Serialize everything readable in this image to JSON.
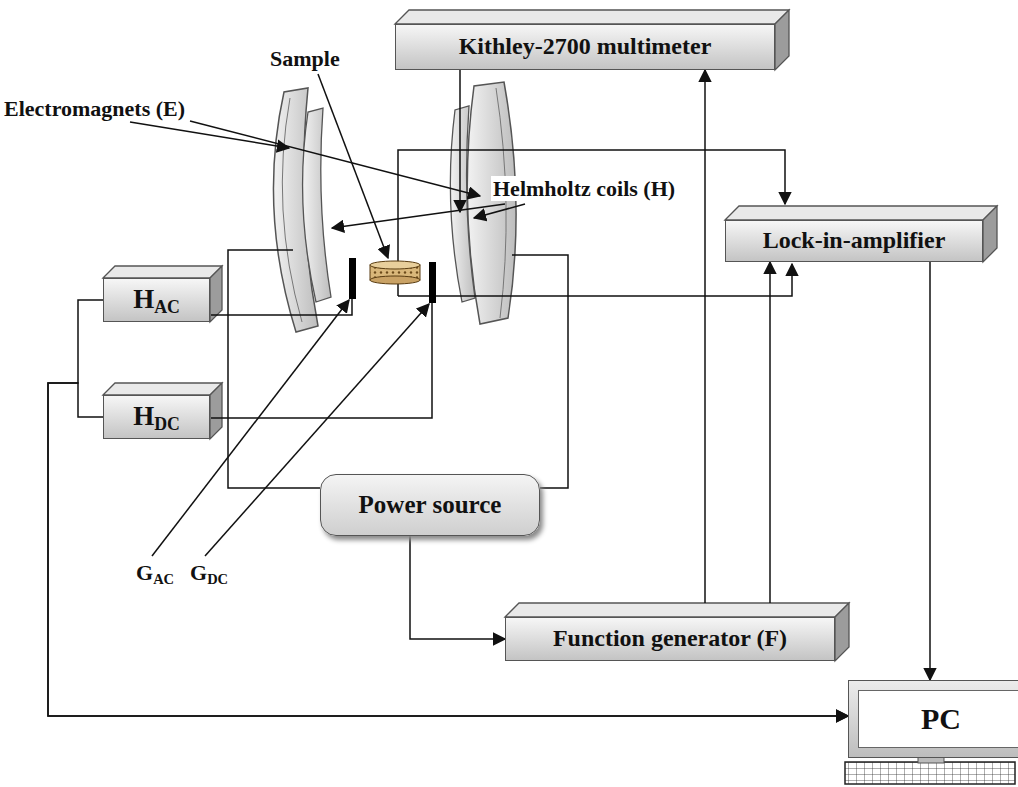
{
  "diagram": {
    "nodes": [
      {
        "text": [
          "Kithley-2700 multimeter"
        ]
      },
      {
        "text": [
          "Lock-in-amplifier"
        ]
      },
      {
        "text": [
          "HAC"
        ]
      },
      {
        "text": [
          "HDC"
        ]
      },
      {
        "text": [
          "Power source"
        ]
      },
      {
        "text": [
          "Function generator (F)"
        ]
      },
      {
        "text": [
          "PC"
        ]
      }
    ],
    "edges": [
      {
        "from": 5,
        "to": 0,
        "arrow": "to"
      },
      {
        "from": 5,
        "to": 1,
        "arrow": "to"
      },
      {
        "from": 1,
        "to": 6,
        "arrow": "to"
      },
      {
        "from": 2,
        "to": 6,
        "arrow": "to"
      },
      {
        "from": 3,
        "to": 6,
        "arrow": "to"
      },
      {
        "from": 4,
        "to": 5,
        "arrow": "to"
      }
    ],
    "labels": [
      "Electromagnets (E)",
      "Sample",
      "Helmholtz coils (H)",
      "GAC",
      "GDC"
    ]
  }
}
